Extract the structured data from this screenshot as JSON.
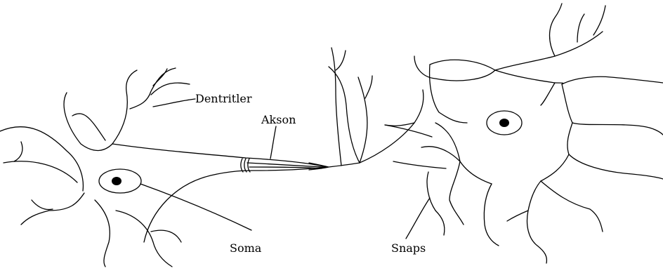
{
  "labels": {
    "dendrites": "Dentritler",
    "axon": "Akson",
    "soma": "Soma",
    "synapse": "Snaps"
  }
}
